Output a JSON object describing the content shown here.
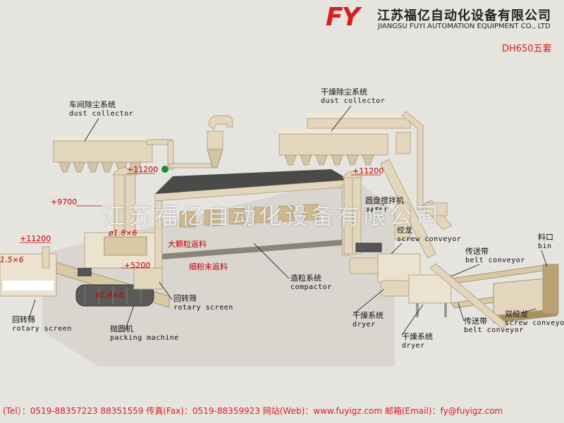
{
  "header": {
    "logo": "FY",
    "company_cn": "江苏福亿自动化设备有限公司",
    "company_en": "JIANGSU FUYI AUTOMATION EQUIPMENT CO., LTD",
    "model": "DH650五套"
  },
  "watermark": "江苏福亿自动化设备有限公司",
  "labels": {
    "workshop_dust": {
      "cn": "车间除尘系统",
      "en": "dust collector"
    },
    "dry_dust": {
      "cn": "干燥除尘系统",
      "en": "dust collector"
    },
    "disc_mixer": {
      "cn": "圆盘搅拌机",
      "en": "mixer"
    },
    "screw1": {
      "cn": "绞龙",
      "en": "screw conveyor"
    },
    "bin": {
      "cn": "料口",
      "en": "bin"
    },
    "belt1": {
      "cn": "传送带",
      "en": "belt conveyor"
    },
    "compactor": {
      "cn": "造粒系统",
      "en": "compactor"
    },
    "rotary_mid": {
      "cn": "回转筛",
      "en": "rotary screen"
    },
    "rotary_left": {
      "cn": "回转筛",
      "en": "rotary screen"
    },
    "packing": {
      "cn": "抛圆机",
      "en": "packing machine"
    },
    "dryer1": {
      "cn": "干燥系统",
      "en": "dryer"
    },
    "dryer2": {
      "cn": "干燥系统",
      "en": "dryer"
    },
    "belt2": {
      "cn": "传送带",
      "en": "belt conveyor"
    },
    "double_screw": {
      "cn": "双绞龙",
      "en": "screw conveyor"
    }
  },
  "elevations": {
    "e1": "+11200",
    "e2": "+11200",
    "e3": "+9700",
    "e4": "+11200",
    "e5": "+5200"
  },
  "dimensions": {
    "d1": "ø1.8×6",
    "d2": "1.5×6",
    "d3": "ø1.4×8"
  },
  "flows": {
    "coarse": "大颗粒返料",
    "fine": "细粉末返料"
  },
  "footer": "(Tel）：0519-88357223 88351559  传真(Fax)：0519-88359923 网站(Web)：www.fuyigz.com  邮箱(Email)：fy@fuyigz.com",
  "colors": {
    "brand_red": "#d81e1e",
    "annotation_red": "#c00000",
    "equipment": "#e3d6bd",
    "background": "#e6e4df"
  }
}
